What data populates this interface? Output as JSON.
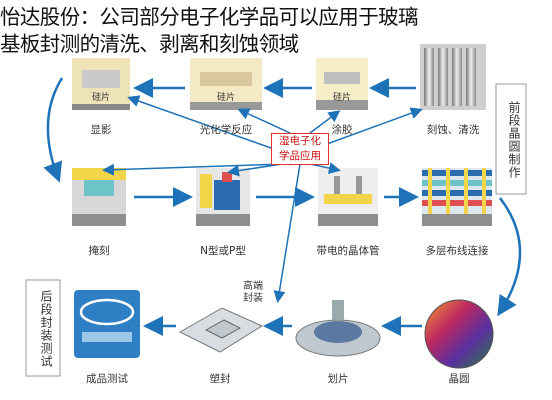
{
  "headline": {
    "line1": "怡达股份：公司部分电子化学品可以应用于玻璃",
    "line2": "基板封测的清洗、剥离和刻蚀领域"
  },
  "diagram": {
    "center_label_line1": "湿电子化",
    "center_label_line2": "学品应用",
    "front_end_label": "前段晶圆制作",
    "back_end_label": "后段封装测试",
    "package_note_line1": "高端",
    "package_note_line2": "封装",
    "row1_steps": [
      "显影",
      "光化学反应",
      "涂胶",
      "刻蚀、清洗"
    ],
    "row2_steps": [
      "掩刻",
      "N型或P型",
      "带电的晶体管",
      "多层布线连接"
    ],
    "row3_steps": [
      "成品测试",
      "塑封",
      "划片",
      "晶圆"
    ],
    "wafer_tags": [
      "硅片",
      "硅片",
      "硅片"
    ],
    "colors": {
      "arrow": "#1e73b8",
      "center_border": "#d33333",
      "chip_blue": "#2b6cb0",
      "chip_yellow": "#f2d548",
      "chip_teal": "#6cc3c8"
    }
  }
}
